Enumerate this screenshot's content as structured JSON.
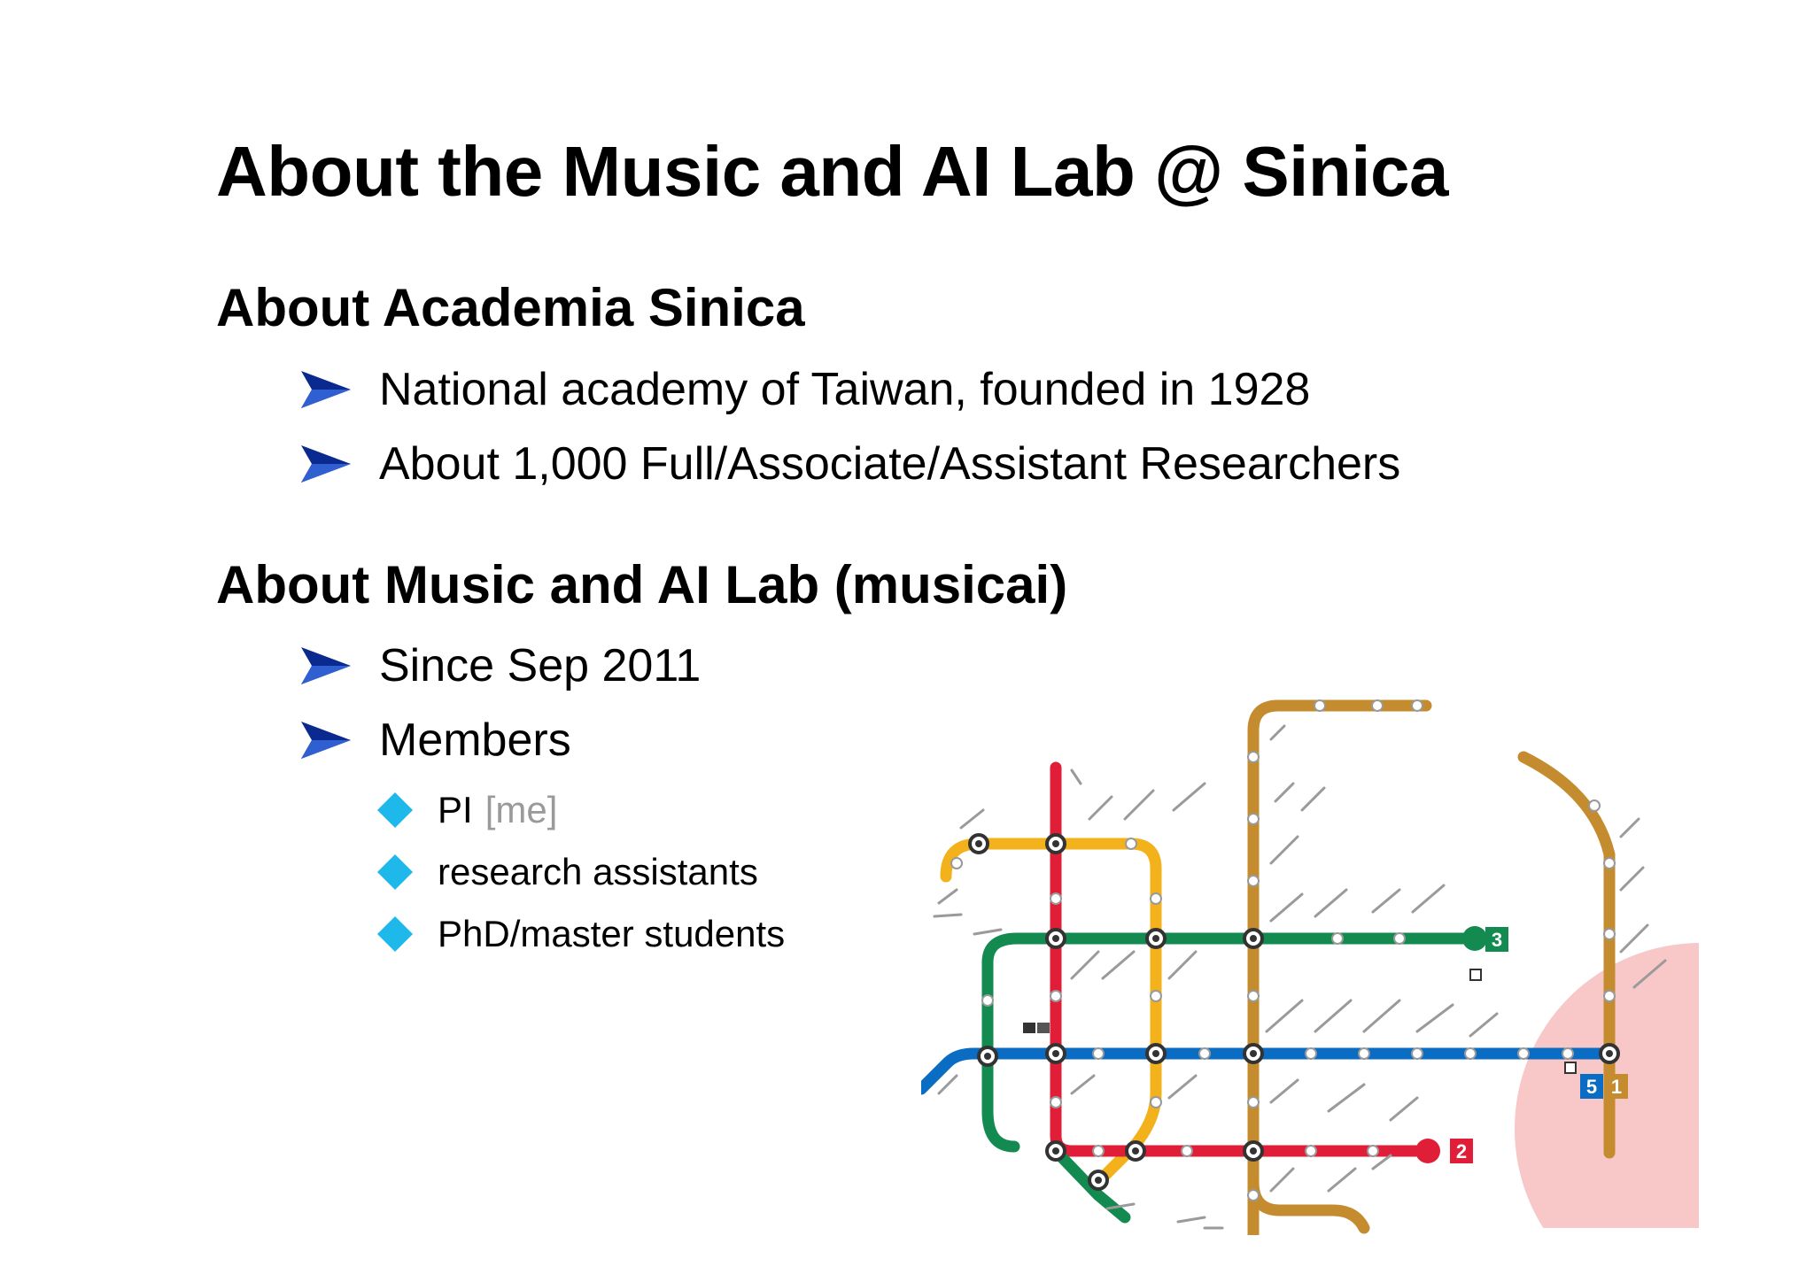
{
  "slide": {
    "title": "About the Music and AI Lab @ Sinica",
    "sections": [
      {
        "heading": "About Academia Sinica",
        "bullets": [
          "National academy of Taiwan, founded in 1928",
          "About 1,000 Full/Associate/Assistant Researchers"
        ]
      },
      {
        "heading": "About Music and AI Lab (musicai)",
        "bullets": [
          "Since Sep 2011",
          "Members"
        ],
        "members": {
          "pi_label": "PI",
          "pi_note": "[me]",
          "items": [
            "research assistants",
            "PhD/master students"
          ]
        }
      }
    ]
  },
  "icons": {
    "bullet": "arrow-right-icon",
    "sub_bullet": "diamond-icon"
  },
  "colors": {
    "arrow_bullet": "#0b2a8f",
    "diamond_bullet": "#1fb8ea",
    "muted_text": "#9a9a9a",
    "metro_red": "#e01e37",
    "metro_green": "#138a4f",
    "metro_blue": "#0a6cc2",
    "metro_yellow": "#f3b21c",
    "metro_brown": "#c48c2e",
    "highlight_circle": "#f8c8c8"
  },
  "metro_map": {
    "line_numbers": [
      "1",
      "2",
      "3",
      "5"
    ]
  }
}
